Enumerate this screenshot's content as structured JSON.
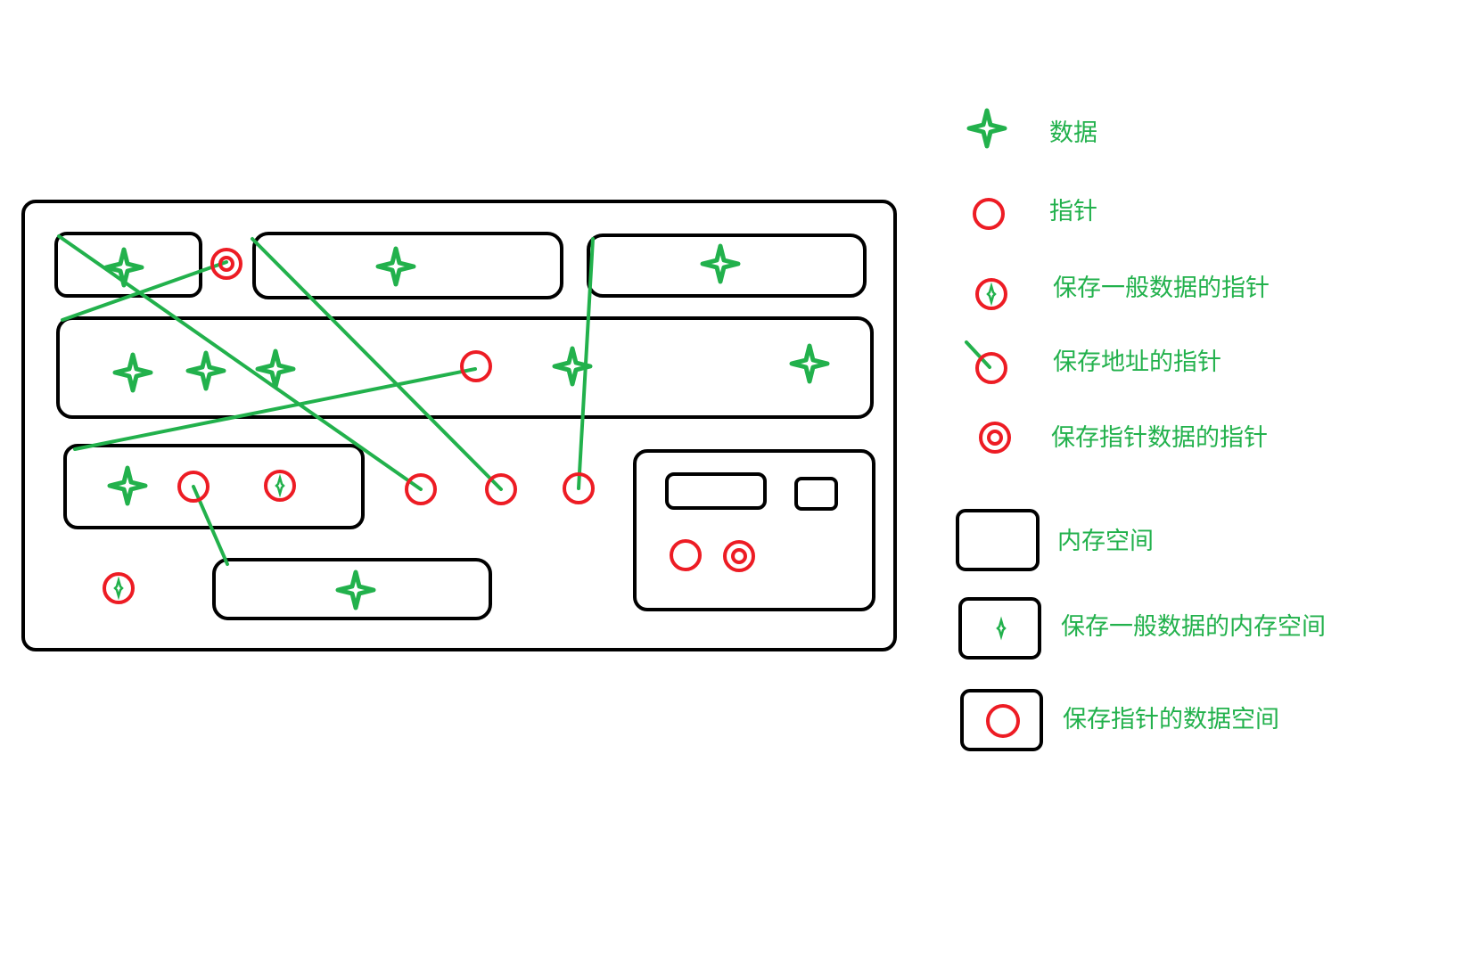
{
  "colors": {
    "data": "#22b14c",
    "pointer": "#ed1c24",
    "outline": "#000000"
  },
  "legend": {
    "data": "数据",
    "pointer": "指针",
    "general_data_pointer": "保存一般数据的指针",
    "address_pointer": "保存地址的指针",
    "pointer_data_pointer": "保存指针数据的指针",
    "memory_space": "内存空间",
    "general_data_memory_space": "保存一般数据的内存空间",
    "pointer_data_space": "保存指针的数据空间"
  }
}
